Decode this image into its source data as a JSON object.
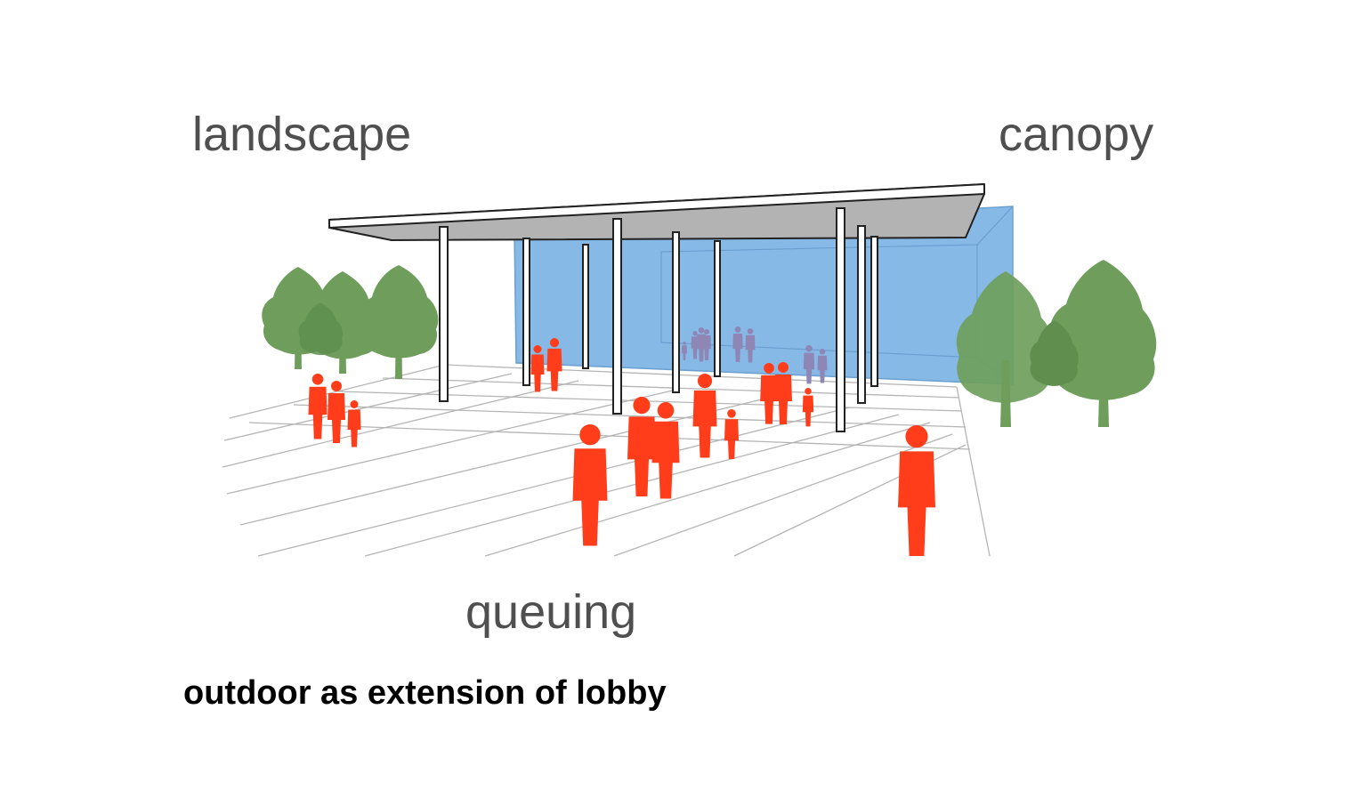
{
  "labels": {
    "landscape": "landscape",
    "canopy": "canopy",
    "queuing": "queuing"
  },
  "caption": "outdoor as extension of lobby",
  "colors": {
    "people": "#ff3d1a",
    "people_inside": "#8e87b6",
    "glass": "#86b9e6",
    "glass_edge": "#6a9fd0",
    "tree": "#6f9e5c",
    "canopy_fill": "#b3b3b3",
    "grid_line": "#b5b5b5",
    "text": "#4f4f4f"
  }
}
